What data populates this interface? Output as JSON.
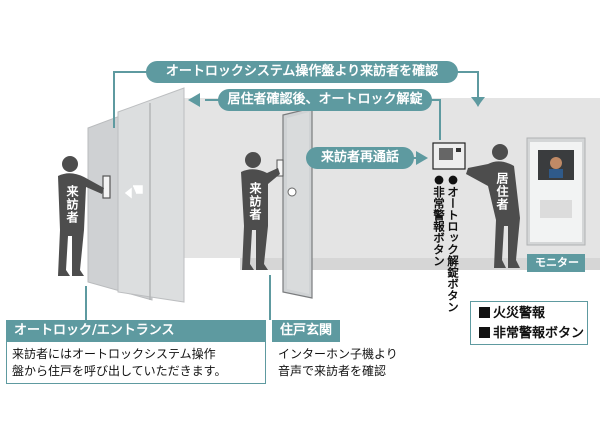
{
  "arrows": {
    "top": "オートロックシステム操作盤より来訪者を確認",
    "middle": "居住者確認後、オートロック解錠",
    "bottom": "来訪者再通話"
  },
  "people": {
    "visitor_entrance": "来訪者",
    "visitor_door": "来訪者",
    "resident": "居住者"
  },
  "device_label": "●オートロック解錠ボタン",
  "emergency_label": "●非常警報ボタン",
  "monitor_label": "モニター",
  "entrance": {
    "title": "オートロック/エントランス",
    "desc_line1": "来訪者にはオートロックシステム操作",
    "desc_line2": "盤から住戸を呼び出していただきます。"
  },
  "door": {
    "title": "住戸玄関",
    "desc_line1": "インターホン子機より",
    "desc_line2": "音声で来訪者を確認"
  },
  "legend": {
    "item1": "火災警報",
    "item2": "非常警報ボタン"
  },
  "colors": {
    "accent": "#5e9aa0",
    "wall": "#e2e2e2",
    "figure": "#4d4d4d"
  }
}
